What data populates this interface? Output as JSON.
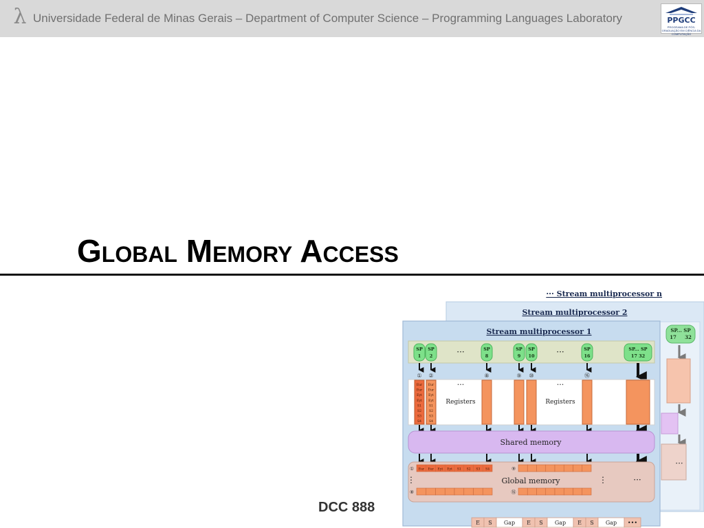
{
  "header": {
    "lambda": "λ",
    "text": "Universidade Federal de Minas Gerais – Department of Computer Science – Programming Languages Laboratory",
    "logo_text": "PPGCC",
    "logo_subtext": "PROGRAMA DE PÓS-GRADUAÇÃO EM CIÊNCIA DA COMPUTAÇÃO"
  },
  "slide": {
    "title": "Global Memory Access",
    "footer": "DCC 888"
  },
  "diagram": {
    "sm_n_label": "··· Stream multiprocessor n",
    "sm2_label": "Stream multiprocessor 2",
    "sm1_label": "Stream multiprocessor 1",
    "sp_nodes": [
      {
        "top": "SP",
        "bottom": "1"
      },
      {
        "top": "SP",
        "bottom": "2"
      },
      {
        "top": "SP",
        "bottom": "8"
      },
      {
        "top": "SP",
        "bottom": "9"
      },
      {
        "top": "SP",
        "bottom": "10"
      },
      {
        "top": "SP",
        "bottom": "16"
      },
      {
        "top": "SP... SP",
        "bottom": "17     32"
      }
    ],
    "sp_back_node": {
      "top": "SP... SP",
      "bottom": "17     32"
    },
    "thread_ids": [
      "①",
      "②",
      "⑧",
      "⑨",
      "⑩",
      "⑯"
    ],
    "ellipsis": "···",
    "vertical_ellipsis": "⋮",
    "registers_label": "Registers",
    "reg_column_1": [
      "Eur",
      "Eur",
      "Eyt",
      "Eyt",
      "S1",
      "S2",
      "S3",
      "S4"
    ],
    "reg_column_2": [
      "Eur",
      "Eur",
      "Eyt",
      "Eyt",
      "S1",
      "S2",
      "S3",
      "S4"
    ],
    "shared_memory_label": "Shared memory",
    "global_memory_label": "Global memory",
    "global_row_1_id": "①",
    "global_row_1_cells": [
      "Eur",
      "Eur",
      "Eyt",
      "Eyt",
      "S1",
      "S2",
      "S3",
      "S4"
    ],
    "global_row_2_id": "⑨",
    "global_row_3_id": "⑧",
    "global_row_4_id": "⑯",
    "gap_strip": [
      "E",
      "S",
      "Gap",
      "E",
      "S",
      "Gap",
      "E",
      "S",
      "Gap",
      "•••"
    ]
  },
  "colors": {
    "header_bg": "#d9d9d9",
    "sm_frame": "#c7dcef",
    "sp_node": "#7ee08a",
    "register_bar": "#f4945e",
    "shared_memory": "#d8b8f0",
    "global_memory": "#e7c9c0",
    "global_row": "#f4945e"
  }
}
